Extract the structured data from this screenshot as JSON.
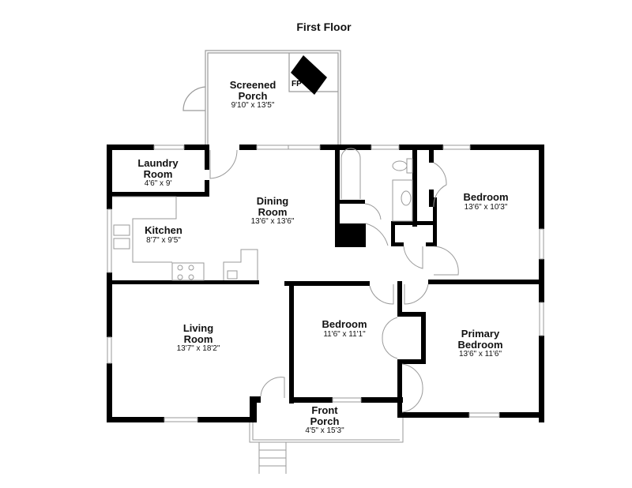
{
  "floor_title": "First Floor",
  "rooms": {
    "screened_porch": {
      "name": "Screened Porch",
      "line1": "Screened",
      "line2": "Porch",
      "dims": "9'10\" x 13'5\""
    },
    "laundry": {
      "name": "Laundry Room",
      "line1": "Laundry",
      "line2": "Room",
      "dims": "4'6\" x 9'"
    },
    "kitchen": {
      "name": "Kitchen",
      "line1": "Kitchen",
      "dims": "8'7\" x 9'5\""
    },
    "dining": {
      "name": "Dining Room",
      "line1": "Dining",
      "line2": "Room",
      "dims": "13'6\" x 13'6\""
    },
    "bedroom_ne": {
      "name": "Bedroom",
      "line1": "Bedroom",
      "dims": "13'6\" x 10'3\""
    },
    "living": {
      "name": "Living Room",
      "line1": "Living",
      "line2": "Room",
      "dims": "13'7\" x 18'2\""
    },
    "bedroom_mid": {
      "name": "Bedroom",
      "line1": "Bedroom",
      "dims": "11'6\" x 11'1\""
    },
    "primary": {
      "name": "Primary Bedroom",
      "line1": "Primary",
      "line2": "Bedroom",
      "dims": "13'6\" x 11'6\""
    },
    "front_porch": {
      "name": "Front Porch",
      "line1": "Front",
      "line2": "Porch",
      "dims": "4'5\" x 15'3\""
    }
  },
  "fixtures": {
    "fireplace_label": "FP"
  },
  "colors": {
    "wall": "#000000",
    "thin_line": "#9a9a9a",
    "background": "#ffffff"
  }
}
